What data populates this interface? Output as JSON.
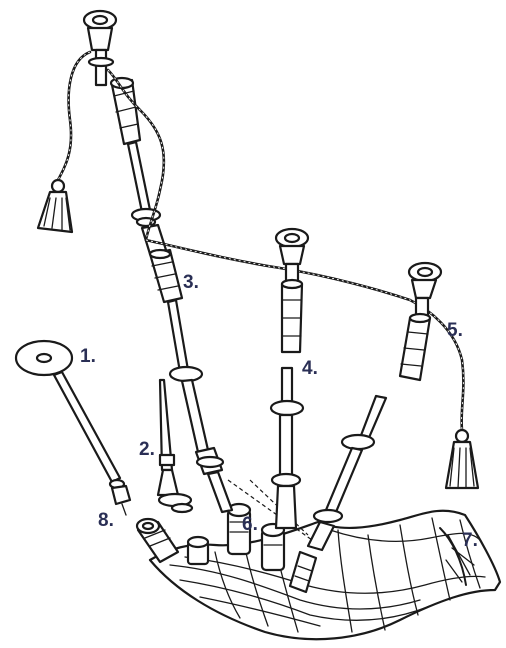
{
  "labels": {
    "l1": "1.",
    "l2": "2.",
    "l3": "3.",
    "l4": "4.",
    "l5": "5.",
    "l6": "6.",
    "l7": "7.",
    "l8": "8."
  },
  "colors": {
    "ink": "#1a1a1a",
    "label": "#2a2f55",
    "background": "#ffffff"
  }
}
